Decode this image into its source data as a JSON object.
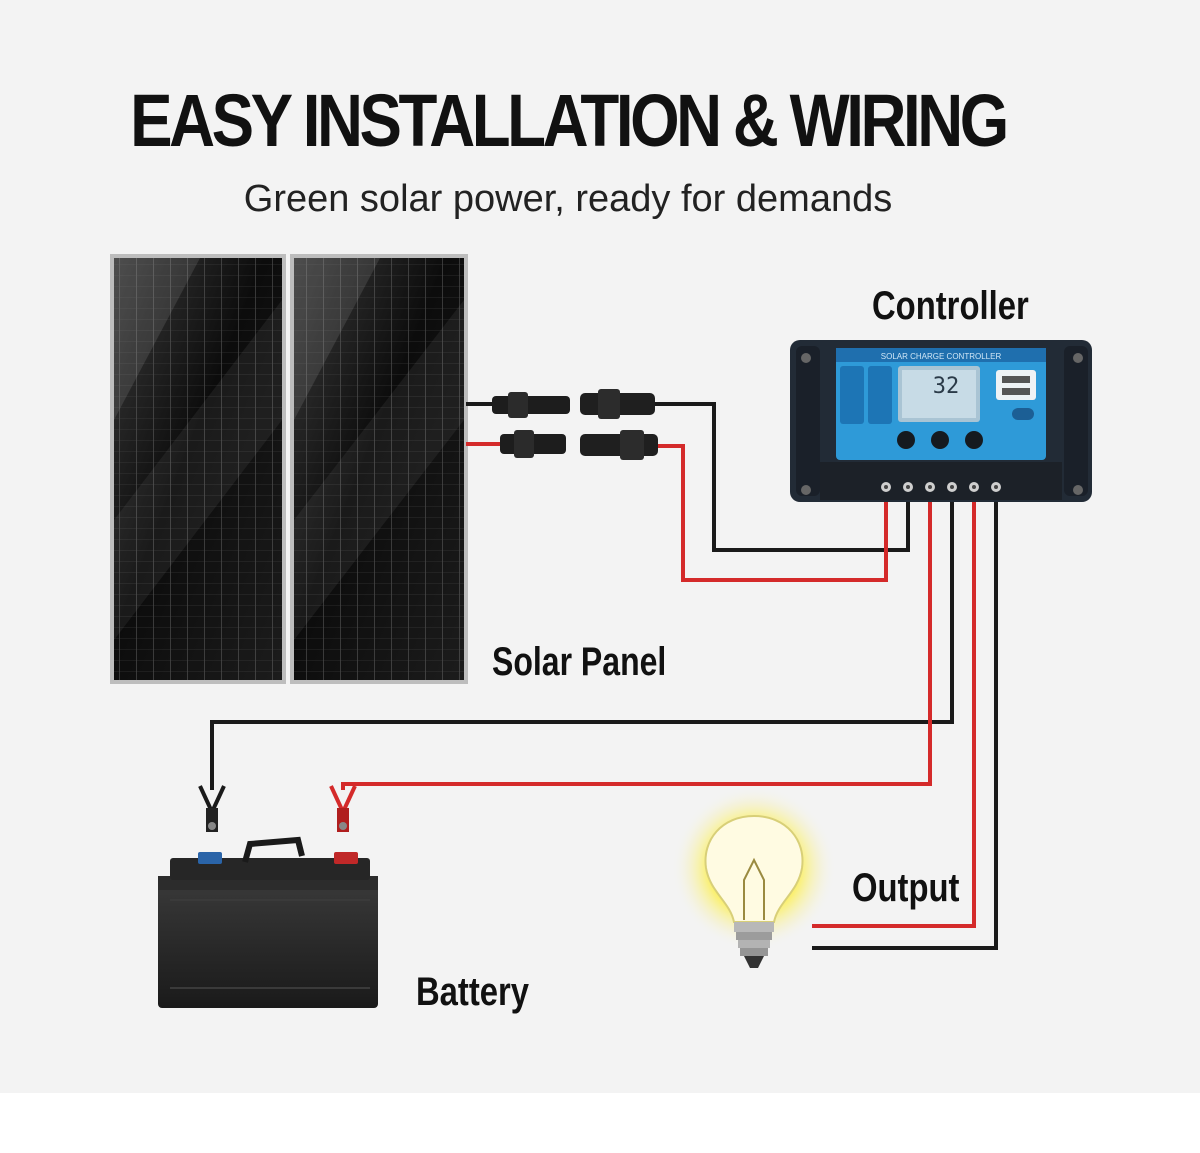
{
  "header": {
    "title": "EASY INSTALLATION & WIRING",
    "subtitle": "Green solar power, ready for demands"
  },
  "labels": {
    "controller": "Controller",
    "solar_panel": "Solar Panel",
    "output": "Output",
    "battery": "Battery"
  },
  "controller": {
    "faceplate_text": "SOLAR CHARGE CONTROLLER",
    "display_value": "32"
  },
  "colors": {
    "wire_red": "#d42a2a",
    "wire_black": "#1a1a1a",
    "controller_face": "#2e9ad8",
    "background": "#f3f3f3"
  }
}
